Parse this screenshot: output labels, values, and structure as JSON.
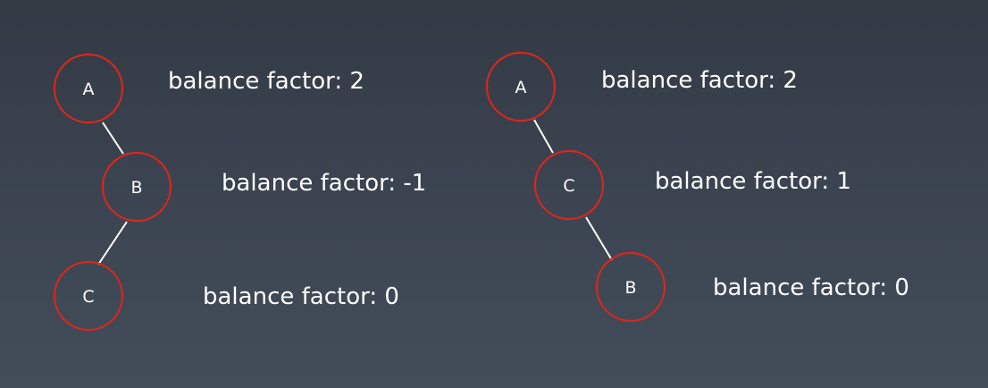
{
  "colors": {
    "node_stroke": "#d8271e",
    "edge": "#ffffff",
    "text": "#ffffff",
    "background_top": "#323a44",
    "background_bottom": "#434d5a"
  },
  "trees": [
    {
      "nodes": [
        {
          "label": "A",
          "balance_text": "balance factor: 2"
        },
        {
          "label": "B",
          "balance_text": "balance factor: -1"
        },
        {
          "label": "C",
          "balance_text": "balance factor: 0"
        }
      ],
      "edges": [
        [
          "A",
          "B"
        ],
        [
          "B",
          "C"
        ]
      ]
    },
    {
      "nodes": [
        {
          "label": "A",
          "balance_text": "balance factor: 2"
        },
        {
          "label": "C",
          "balance_text": "balance factor: 1"
        },
        {
          "label": "B",
          "balance_text": "balance factor: 0"
        }
      ],
      "edges": [
        [
          "A",
          "C"
        ],
        [
          "C",
          "B"
        ]
      ]
    }
  ]
}
